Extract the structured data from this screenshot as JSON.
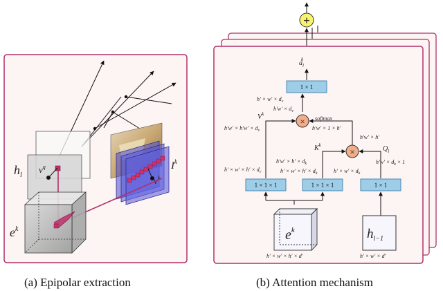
{
  "captions": {
    "left": "(a)  Epipolar extraction",
    "right": "(b)  Attention mechanism"
  },
  "left_panel": {
    "h_label": "h",
    "h_sub": "l",
    "v_label": "v",
    "v_sup": "q",
    "e_label": "e",
    "e_sup": "k",
    "I_label": "I",
    "I_sup": "k",
    "vk_label": "v",
    "vk_sup": "k"
  },
  "right_panel": {
    "plus_symbol": "+",
    "output_label": "a",
    "output_sub": "l",
    "output_sup": "k",
    "top_conv": "1 × 1",
    "top_dim1": "h′ × w′ × d",
    "top_dim1_sub": "v",
    "top_dim2": "h′w′ × d",
    "top_dim2_sub": "v",
    "V_label": "V",
    "V_sup": "k",
    "softmax": "softmax",
    "mult_left_dim": "h′w′ × h′w′ × d",
    "mult_left_dim_sub": "v",
    "softmax_dim": "h′w′ × 1 × h′",
    "K_label": "K",
    "K_sup": "k",
    "hw_h": "h′w′ × h′",
    "Q_label": "Q",
    "Q_sub": "l",
    "V_dim": "h′ × w′ × h′ × d",
    "V_dim_sub": "v",
    "K_dim1": "h′w′ × h′ × d",
    "K_dim1_sub": "k",
    "K_dim2": "h′ × w′ × h′ × d",
    "K_dim2_sub": "k",
    "Q_dim1": "h′w′ × d",
    "Q_dim1_sub": "k",
    "Q_dim1_tail": "× 1",
    "Q_dim2": "h′ × w′ × d",
    "Q_dim2_sub": "k",
    "conv_a": "1 × 1 × 1",
    "conv_b": "1 × 1 × 1",
    "conv_c": "1 × 1",
    "e_label": "e",
    "e_sup": "k",
    "h_label": "h",
    "h_sub": "l−1",
    "e_dim": "h′ × w′ × h′ × d′",
    "h_dim": "h′ × w′ × d′",
    "mult_symbol": "×"
  },
  "colors": {
    "panel_border": "#b0306a",
    "panel_fill": "#fdf5f3",
    "conv_fill": "#9ecde8",
    "conv_stroke": "#4a88b0",
    "mult_fill": "#f2ae8a",
    "plus_fill": "#f8f36a",
    "epipolar_line": "#b0306a",
    "plane_blue": "#4a4ad0"
  }
}
